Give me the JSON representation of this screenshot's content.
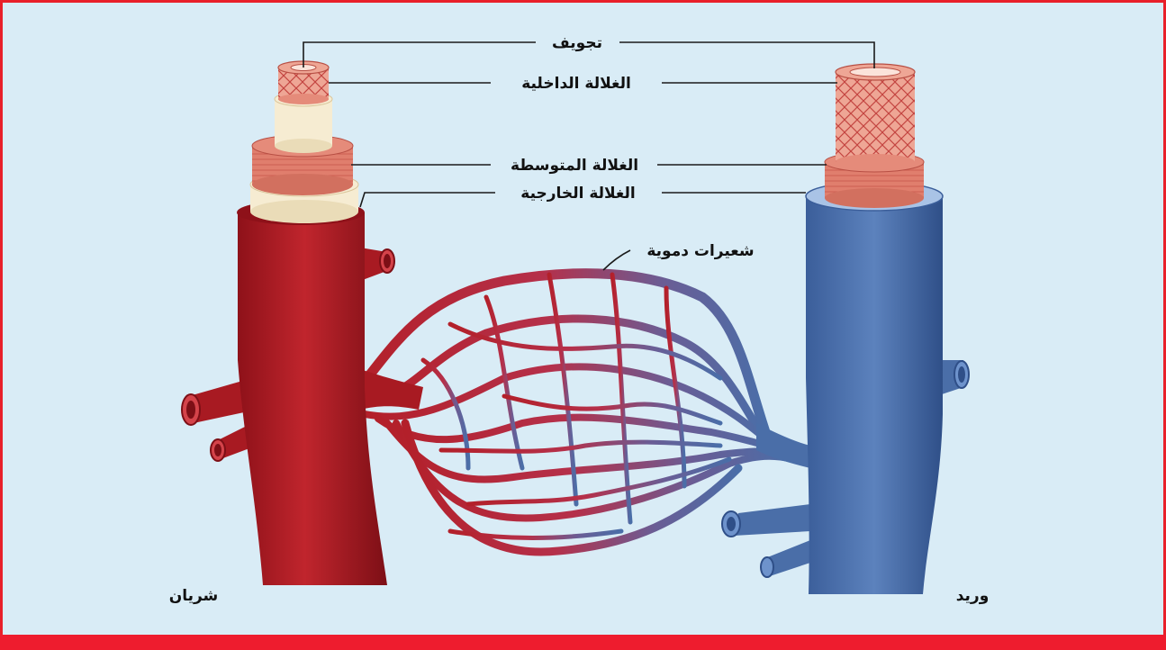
{
  "labels": {
    "lumen": "تجويف",
    "tunica_intima": "الغلالة الداخلية",
    "tunica_media": "الغلالة المتوسطة",
    "tunica_externa": "الغلالة الخارجية",
    "capillaries": "شعيرات دموية",
    "artery": "شريان",
    "vein": "وريد"
  },
  "colors": {
    "background": "#d9ecf6",
    "border": "#e8202a",
    "artery": "#b3202a",
    "vein": "#4a6ea8",
    "layer_cream": "#f6ecd2",
    "layer_pink": "#e58b7a"
  }
}
